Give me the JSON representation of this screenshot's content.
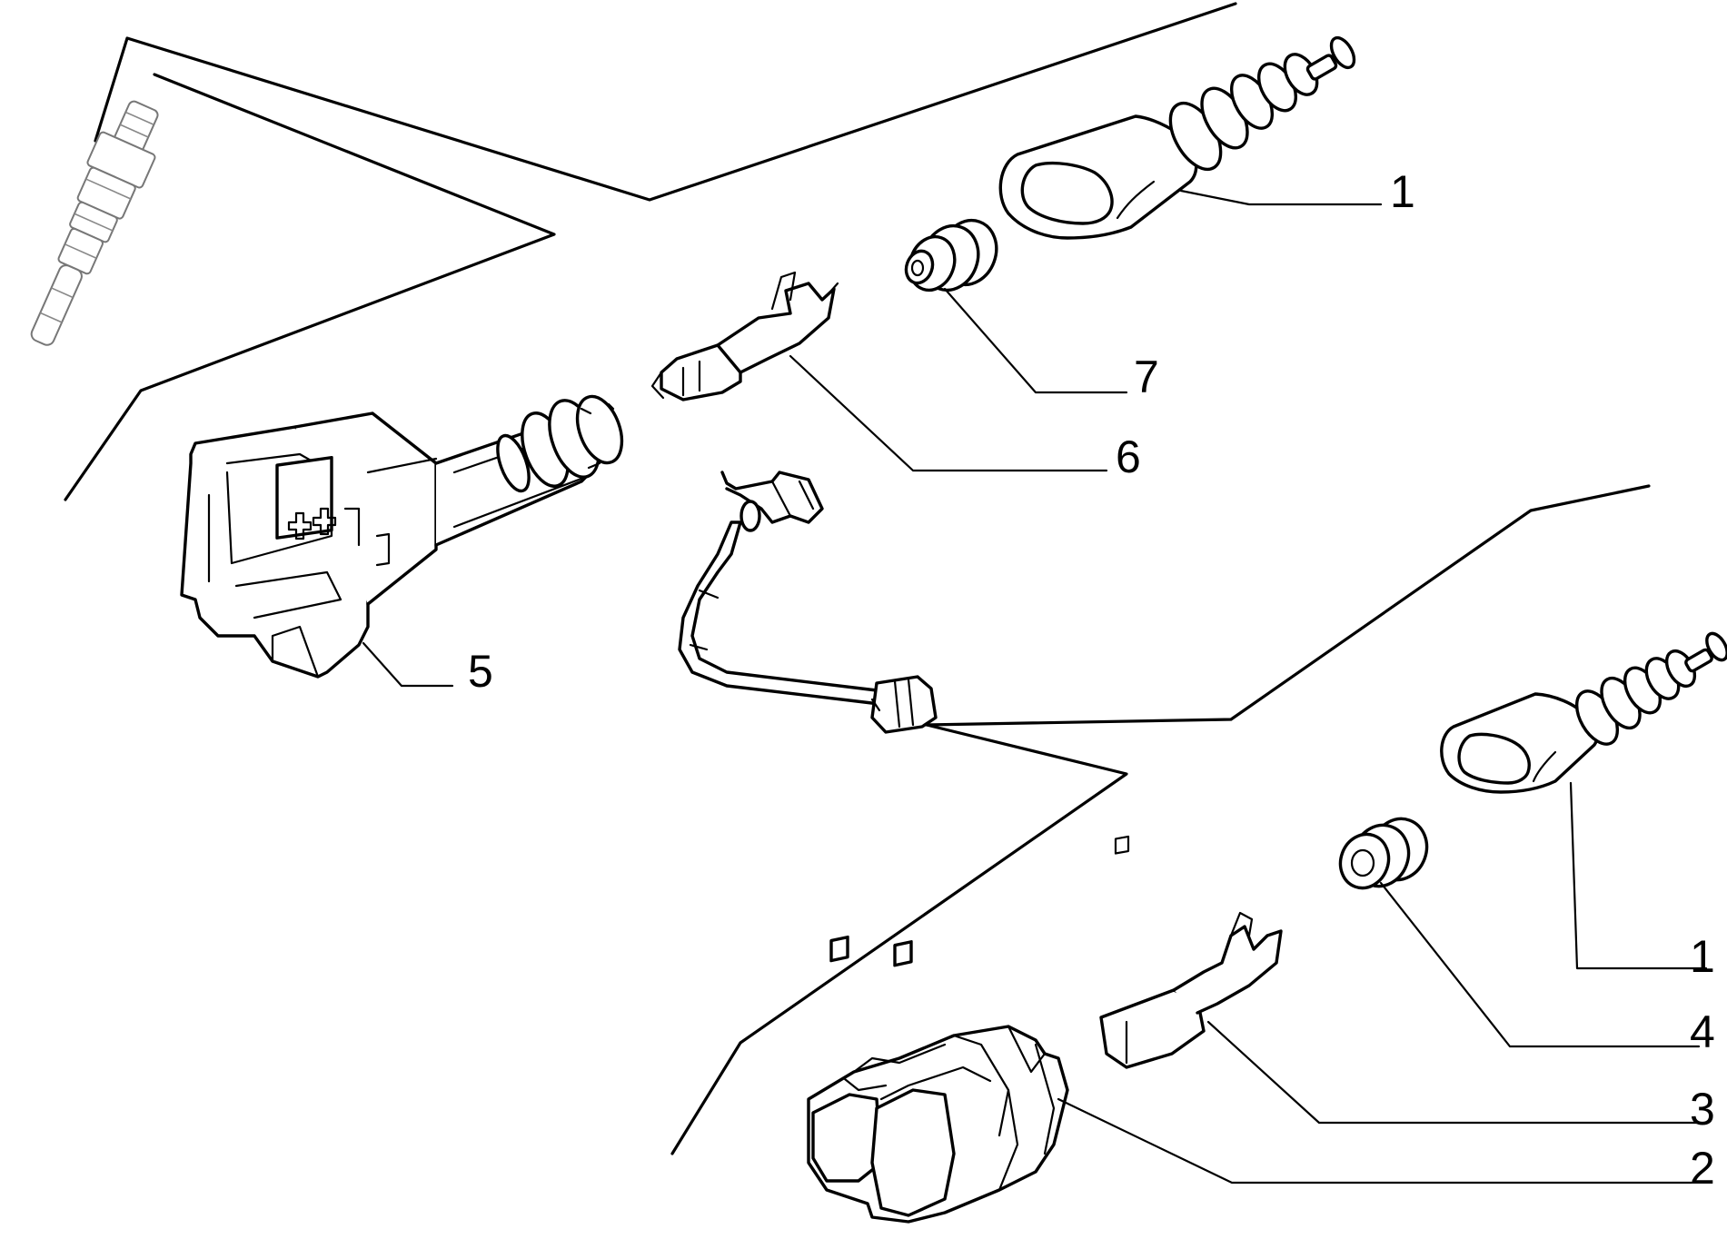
{
  "callouts": [
    {
      "id": "boot-upper",
      "label": "1"
    },
    {
      "id": "grommet-upper",
      "label": "7"
    },
    {
      "id": "terminal-upper",
      "label": "6"
    },
    {
      "id": "injector-connector",
      "label": "5"
    },
    {
      "id": "boot-lower",
      "label": "1"
    },
    {
      "id": "grommet-lower",
      "label": "4"
    },
    {
      "id": "terminal-lower",
      "label": "3"
    },
    {
      "id": "two-way-connector",
      "label": "2"
    }
  ]
}
